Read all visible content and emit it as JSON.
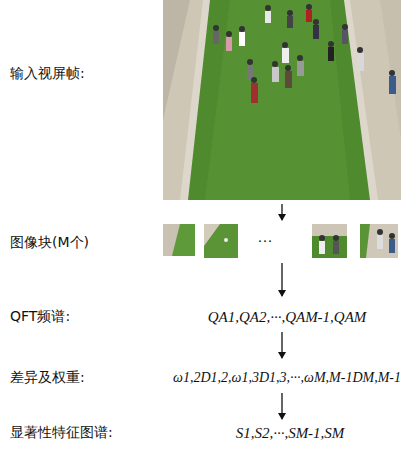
{
  "diagram": {
    "labels": [
      "输入视屏帧:",
      "图像块(M个)",
      "···",
      "QFT频谱:",
      "QA1,QA2,···,QAM-1,QAM",
      "差异及权重:",
      "ω1,2D1,2,ω1,3D1,3,···,ωM,M-1DM,M-1",
      "显著性特征图谱:",
      "S1,S2,···,SM-1,SM"
    ]
  }
}
